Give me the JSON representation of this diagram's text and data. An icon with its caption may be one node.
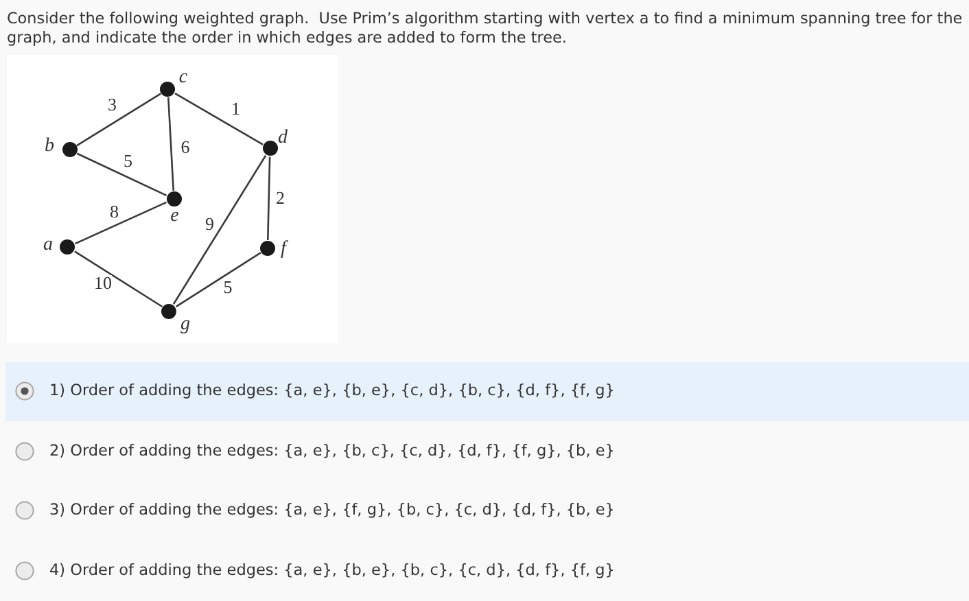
{
  "diagram": {
    "title": "Consider the following weighted graph.  Use Prim’s algorithm starting with vertex a to find a minimum spanning tree for the graph, and indicate the order in which edges are added to form the tree.",
    "nodes": [
      {
        "text": [
          "c"
        ]
      },
      {
        "text": [
          "b"
        ]
      },
      {
        "text": [
          "d"
        ]
      },
      {
        "text": [
          "e"
        ]
      },
      {
        "text": [
          "a"
        ]
      },
      {
        "text": [
          "f"
        ]
      },
      {
        "text": [
          "g"
        ]
      }
    ],
    "edges": [
      {
        "from": 1,
        "to": 0,
        "arrow": "none",
        "label": "3"
      },
      {
        "from": 0,
        "to": 2,
        "arrow": "none",
        "label": "1"
      },
      {
        "from": 0,
        "to": 3,
        "arrow": "none",
        "label": "6"
      },
      {
        "from": 1,
        "to": 3,
        "arrow": "none",
        "label": "5"
      },
      {
        "from": 4,
        "to": 3,
        "arrow": "none",
        "label": "8"
      },
      {
        "from": 2,
        "to": 5,
        "arrow": "none",
        "label": "2"
      },
      {
        "from": 2,
        "to": 6,
        "arrow": "none",
        "label": "9"
      },
      {
        "from": 4,
        "to": 6,
        "arrow": "none",
        "label": "10"
      },
      {
        "from": 5,
        "to": 6,
        "arrow": "none",
        "label": "5"
      }
    ],
    "labels": [
      "1) Order of adding the edges: {a, e}, {b, e}, {c, d}, {b, c}, {d, f}, {f, g}",
      "2) Order of adding the edges: {a, e}, {b, c}, {c, d}, {d, f}, {f, g}, {b, e}",
      "3) Order of adding the edges: {a, e}, {f, g}, {b, c}, {c, d}, {d, f}, {b, e}",
      "4) Order of adding the edges: {a, e}, {b, e}, {b, c}, {c, d}, {d, f}, {f, g}"
    ]
  }
}
